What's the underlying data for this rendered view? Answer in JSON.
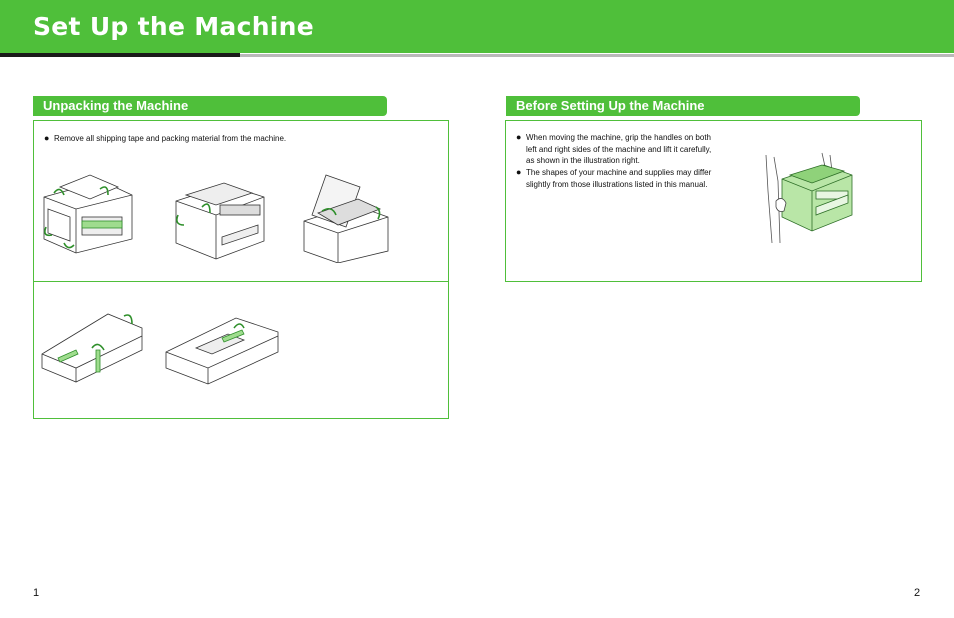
{
  "header": {
    "title": "Set Up the Machine",
    "accent_color": "#4fbf3a"
  },
  "left_section": {
    "heading": "Unpacking the Machine",
    "bullet": "Remove all shipping tape and packing material from the machine.",
    "illustrations": [
      "printer-rear-icon",
      "printer-front-icon",
      "printer-scanner-open-icon",
      "tray-icon",
      "tray-open-icon"
    ]
  },
  "right_section": {
    "heading": "Before Setting Up the Machine",
    "bullets": [
      "When moving the machine, grip the handles on both left and right sides of the machine and lift it carefully, as shown in the illustration right.",
      "The shapes of your machine and supplies may differ slightly from those illustrations listed in this manual."
    ],
    "illustration": "lifting-machine-icon"
  },
  "footer": {
    "page_left": "1",
    "page_right": "2"
  },
  "bullet_glyph": "●"
}
